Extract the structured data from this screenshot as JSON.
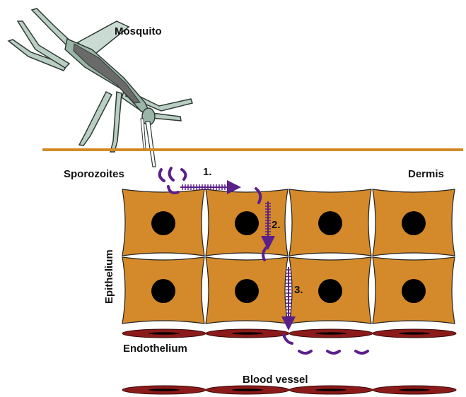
{
  "labels": {
    "mosquito": "Mosquito",
    "sporozoites": "Sporozoites",
    "dermis": "Dermis",
    "epithelium": "Epithelium",
    "endothelium": "Endothelium",
    "blood_vessel": "Blood vessel"
  },
  "steps": [
    "1.",
    "2.",
    "3."
  ],
  "colors": {
    "skin_line": "#d28a25",
    "cell_fill": "#d48a2a",
    "nucleus": "#000000",
    "parasite": "#5b1f8a",
    "blood_cell": "#8b1a1a",
    "mosquito_body": "#9bb5a8",
    "mosquito_dark": "#6a6a6a"
  }
}
